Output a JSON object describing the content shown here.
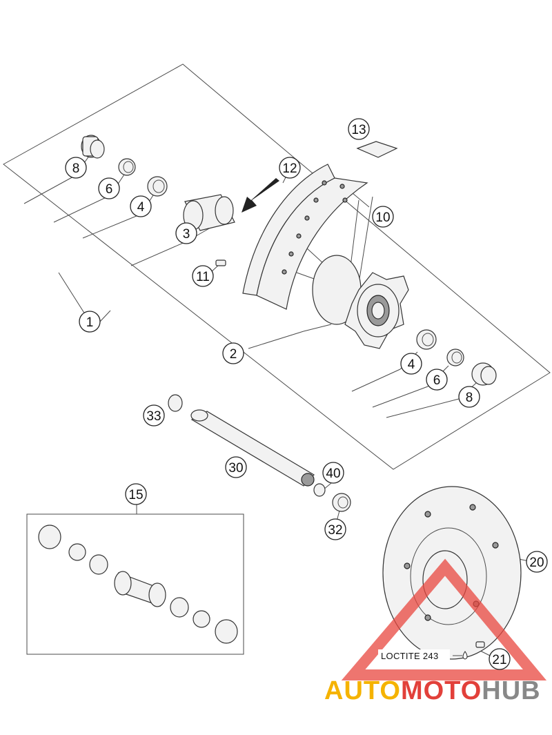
{
  "callouts": {
    "c1": "1",
    "c2": "2",
    "c3": "3",
    "c4a": "4",
    "c4b": "4",
    "c6a": "6",
    "c6b": "6",
    "c8a": "8",
    "c8b": "8",
    "c10": "10",
    "c11": "11",
    "c12": "12",
    "c13": "13",
    "c15": "15",
    "c20": "20",
    "c21": "21",
    "c30": "30",
    "c32": "32",
    "c33": "33",
    "c40": "40"
  },
  "annotation": {
    "loctite": "LOCTITE 243"
  },
  "watermark": {
    "part1": "AUTO",
    "part2": "MOTO",
    "part3": "HUB"
  },
  "colors": {
    "watermark_orange": "#f5b300",
    "watermark_red": "#e2403a",
    "watermark_gray": "#888888",
    "triangle_red": "#e8473f"
  }
}
